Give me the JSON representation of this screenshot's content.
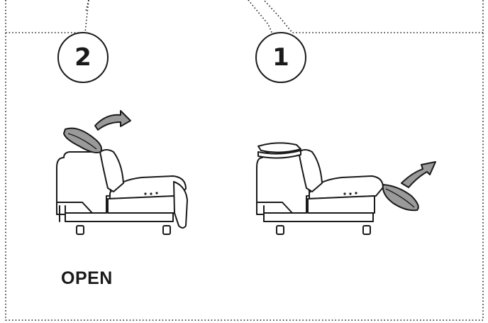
{
  "steps": [
    {
      "number": "2"
    },
    {
      "number": "1"
    }
  ],
  "state_label": "OPEN",
  "colors": {
    "line": "#1a1a1a",
    "cushion": "#9a9a9a",
    "border_dots": "#222222"
  },
  "icons": [
    "arrow-right-icon",
    "arrow-up-right-icon"
  ]
}
